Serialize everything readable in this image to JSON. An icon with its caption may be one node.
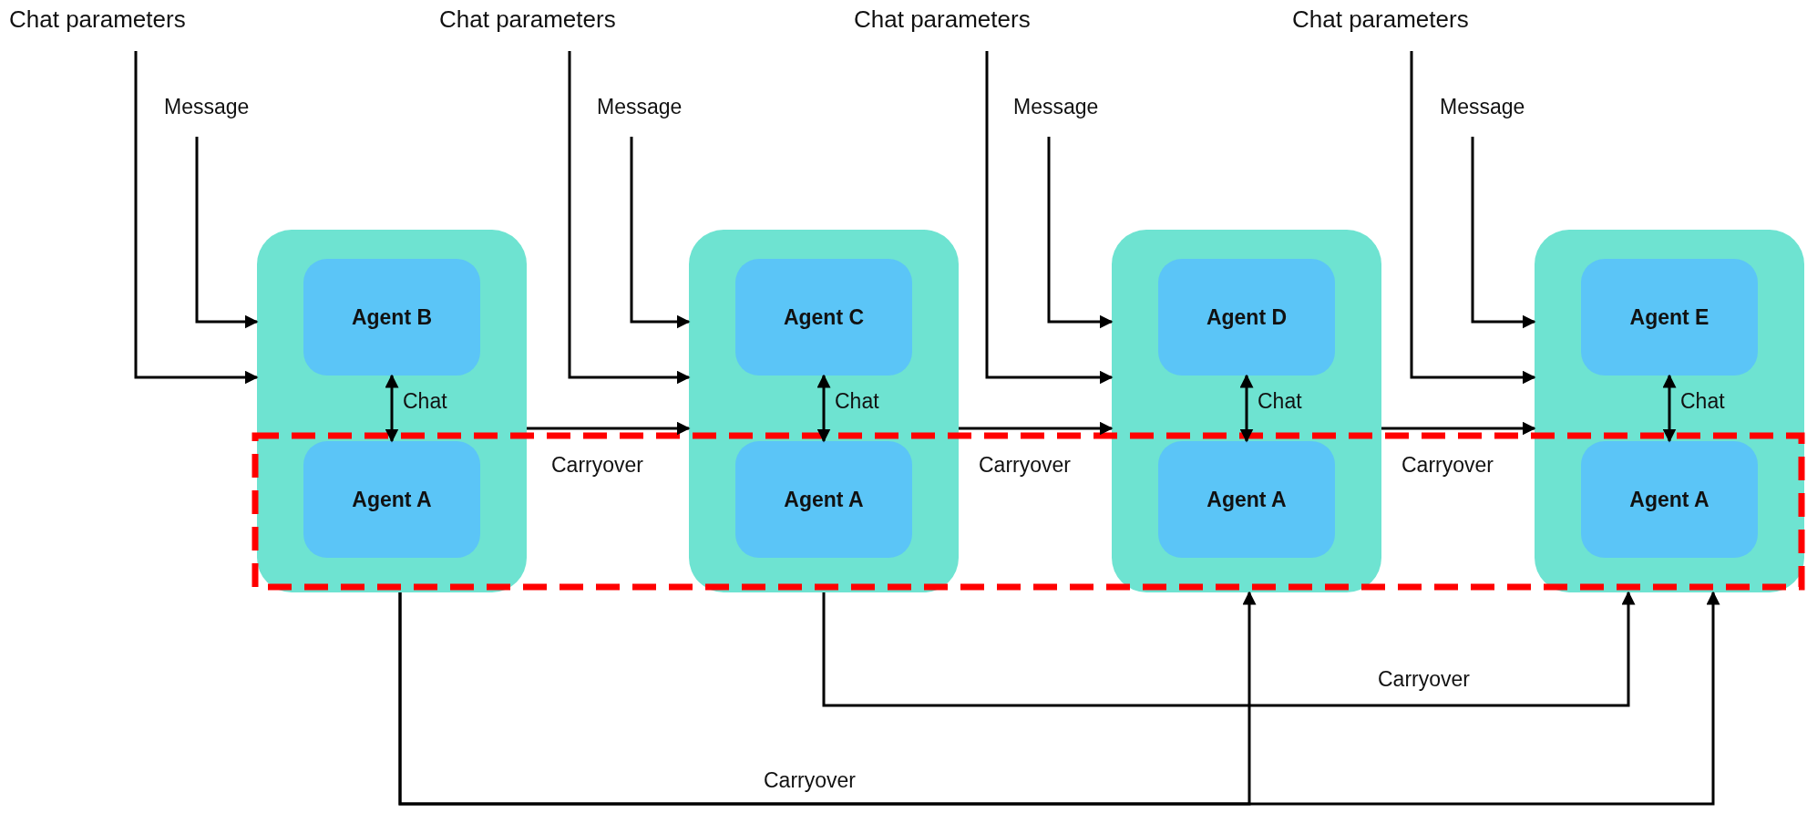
{
  "diagram": {
    "nodes": [
      {
        "text": [
          "Chat parameters"
        ]
      },
      {
        "text": [
          "Message"
        ]
      },
      {
        "text": [],
        "shape": "box"
      },
      {
        "text": [
          "Agent B"
        ],
        "in": 2
      },
      {
        "text": [
          "Agent A"
        ],
        "in": 2
      },
      {
        "text": [
          "Chat parameters"
        ]
      },
      {
        "text": [
          "Message"
        ]
      },
      {
        "text": [],
        "shape": "box"
      },
      {
        "text": [
          "Agent C"
        ],
        "in": 7
      },
      {
        "text": [
          "Agent A"
        ],
        "in": 7
      },
      {
        "text": [
          "Chat parameters"
        ]
      },
      {
        "text": [
          "Message"
        ]
      },
      {
        "text": [],
        "shape": "box"
      },
      {
        "text": [
          "Agent D"
        ],
        "in": 12
      },
      {
        "text": [
          "Agent A"
        ],
        "in": 12
      },
      {
        "text": [
          "Chat parameters"
        ]
      },
      {
        "text": [
          "Message"
        ]
      },
      {
        "text": [],
        "shape": "box"
      },
      {
        "text": [
          "Agent E"
        ],
        "in": 17
      },
      {
        "text": [
          "Agent A"
        ],
        "in": 17
      }
    ],
    "edges": [
      {
        "from": 0,
        "to": 2,
        "arrow": "to"
      },
      {
        "from": 1,
        "to": 2,
        "arrow": "to"
      },
      {
        "from": 3,
        "to": 4,
        "arrow": "both",
        "label": "Chat"
      },
      {
        "from": 2,
        "to": 7,
        "arrow": "to",
        "label": "Carryover"
      },
      {
        "from": 5,
        "to": 7,
        "arrow": "to"
      },
      {
        "from": 6,
        "to": 7,
        "arrow": "to"
      },
      {
        "from": 8,
        "to": 9,
        "arrow": "both",
        "label": "Chat"
      },
      {
        "from": 7,
        "to": 12,
        "arrow": "to",
        "label": "Carryover"
      },
      {
        "from": 10,
        "to": 12,
        "arrow": "to"
      },
      {
        "from": 11,
        "to": 12,
        "arrow": "to"
      },
      {
        "from": 13,
        "to": 14,
        "arrow": "both",
        "label": "Chat"
      },
      {
        "from": 12,
        "to": 17,
        "arrow": "to",
        "label": "Carryover"
      },
      {
        "from": 15,
        "to": 17,
        "arrow": "to"
      },
      {
        "from": 16,
        "to": 17,
        "arrow": "to"
      },
      {
        "from": 18,
        "to": 19,
        "arrow": "both",
        "label": "Chat"
      },
      {
        "from": 2,
        "to": 12,
        "arrow": "to",
        "label": "Carryover"
      },
      {
        "from": 2,
        "to": 17,
        "arrow": "to"
      },
      {
        "from": 7,
        "to": 17,
        "arrow": "to",
        "label": "Carryover"
      }
    ]
  }
}
